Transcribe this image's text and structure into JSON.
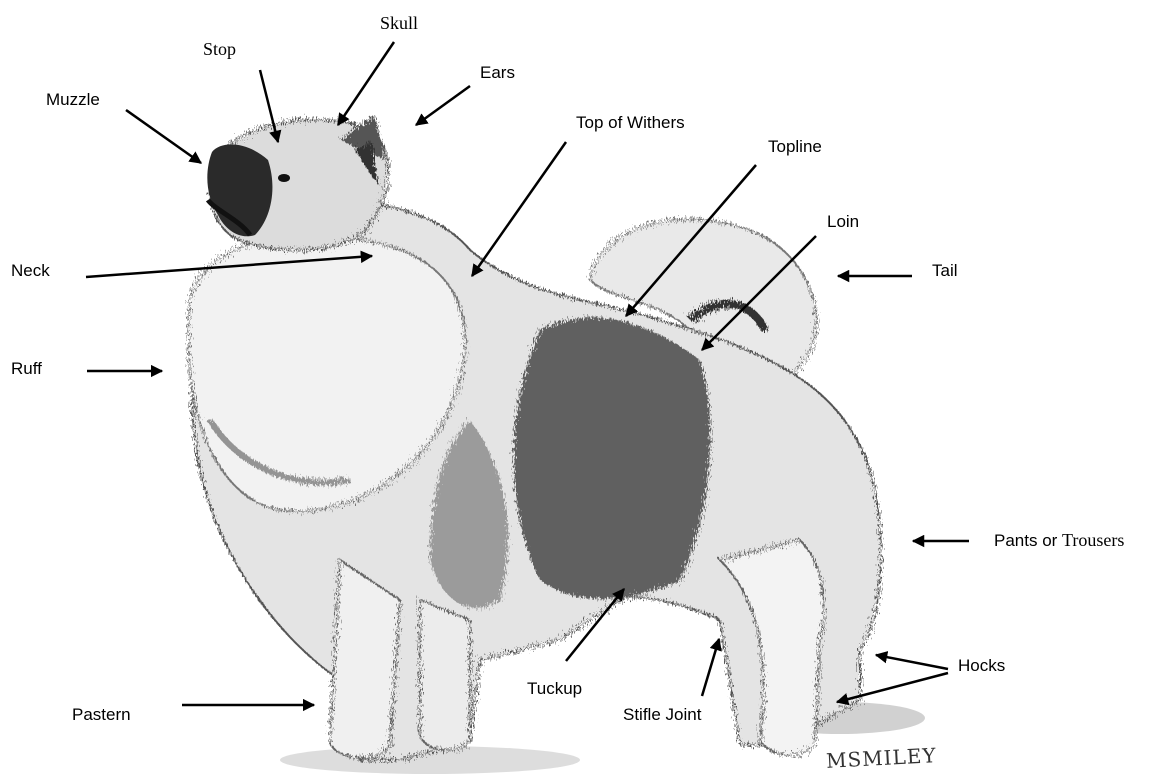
{
  "labels": {
    "skull": "Skull",
    "stop": "Stop",
    "ears": "Ears",
    "muzzle": "Muzzle",
    "top_of_withers": "Top of Withers",
    "topline": "Topline",
    "loin": "Loin",
    "neck": "Neck",
    "tail": "Tail",
    "ruff": "Ruff",
    "pants_or": "Pants or",
    "trousers": "Trousers",
    "hocks": "Hocks",
    "tuckup": "Tuckup",
    "stifle_joint": "Stifle Joint",
    "pastern": "Pastern"
  },
  "signature": "MSMILEY",
  "colors": {
    "ink": "#000000",
    "fur_dark": "#3a3a3a",
    "fur_mid": "#8a8a8a",
    "fur_light": "#d9d9d9"
  }
}
